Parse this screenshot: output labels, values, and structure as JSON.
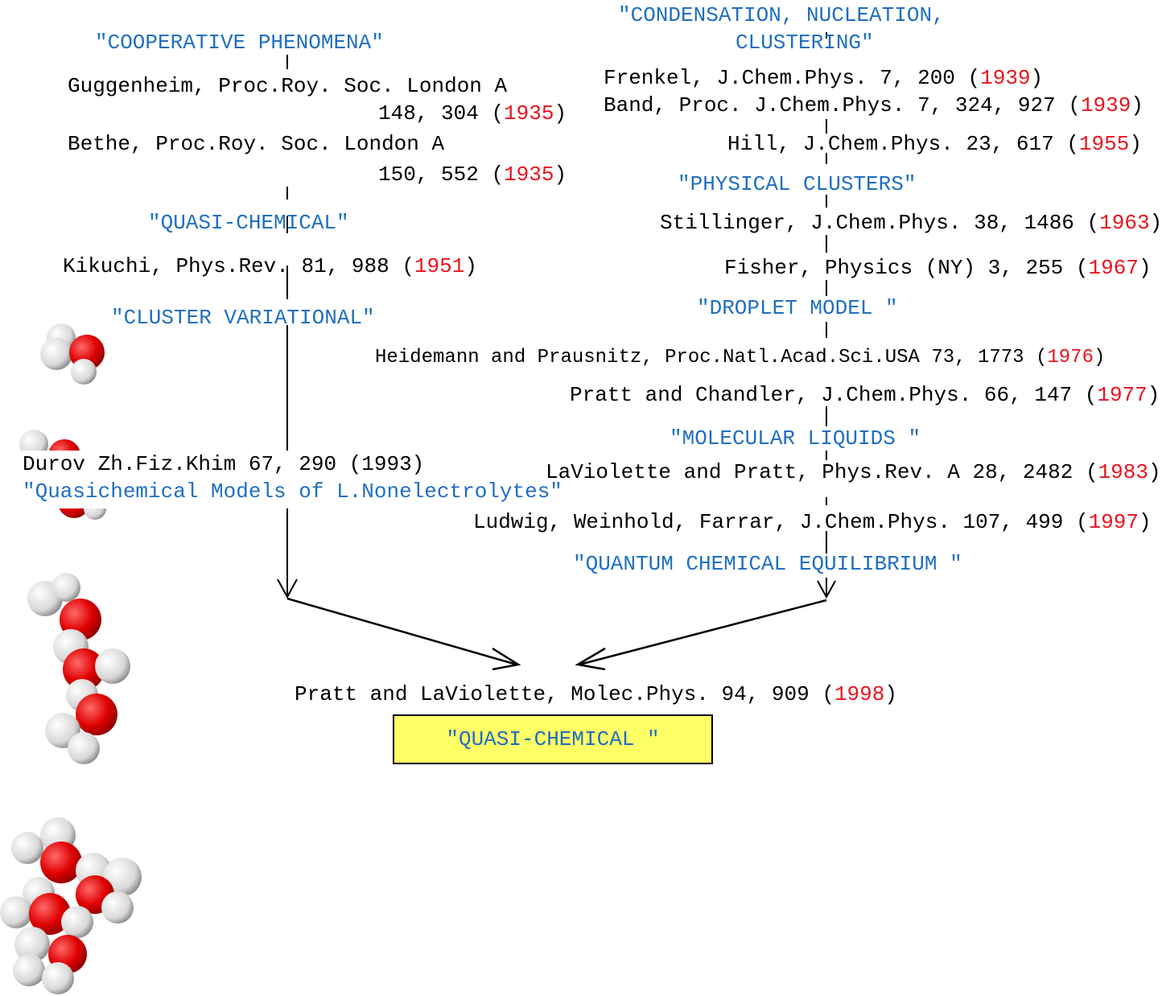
{
  "left": {
    "cooperative_head": "\"COOPERATIVE PHENOMENA\"",
    "guggenheim": {
      "author": "Guggenheim,",
      "journal": "Proc.Roy. Soc. London A",
      "vol": "148, 304",
      "year_open": "(",
      "year": "1935",
      "year_close": ")"
    },
    "bethe": {
      "author": "Bethe,",
      "journal": "Proc.Roy. Soc. London A",
      "vol": "150, 552",
      "year_open": "(",
      "year": "1935",
      "year_close": ")"
    },
    "quasi_head": "\"QUASI-CHEMICAL\"",
    "kikuchi": {
      "author": "Kikuchi,",
      "journal": "Phys.Rev.",
      "vol": "81, 988",
      "year_open": "(",
      "year": "1951",
      "year_close": ")"
    },
    "cluster_head": "\"CLUSTER VARIATIONAL\"",
    "durov": {
      "line1": "Durov Zh.Fiz.Khim 67, 290 (1993)",
      "line2": "\"Quasichemical Models of L.Nonelectrolytes\""
    }
  },
  "right": {
    "condensation_head": "\"CONDENSATION, NUCLEATION,",
    "clustering_head": "CLUSTERING\"",
    "frenkel": {
      "author": "Frenkel,",
      "journal": "J.Chem.Phys.",
      "vol": "7, 200",
      "year_open": "(",
      "year": "1939",
      "year_close": ")"
    },
    "band": {
      "author": "Band,",
      "journal": "Proc. J.Chem.Phys.",
      "vol": "7, 324, 927",
      "year_open": "(",
      "year": "1939",
      "year_close": ")"
    },
    "hill": {
      "author": "Hill,",
      "journal": "J.Chem.Phys.",
      "vol": "23, 617",
      "year_open": "(",
      "year": "1955",
      "year_close": ")"
    },
    "physical_head": "\"PHYSICAL CLUSTERS\"",
    "stillinger": {
      "author": "Stillinger,",
      "journal": "J.Chem.Phys.",
      "vol": "38, 1486",
      "year_open": "(",
      "year": "1963",
      "year_close": ")"
    },
    "fisher": {
      "author": "Fisher,",
      "journal": "Physics (NY)",
      "vol": "3, 255",
      "year_open": "(",
      "year": "1967",
      "year_close": ")"
    },
    "droplet_head": "\"DROPLET MODEL \"",
    "heidemann": {
      "author": "Heidemann and Prausnitz,",
      "journal": "Proc.Natl.Acad.Sci.USA",
      "vol": "73, 1773",
      "year_open": "(",
      "year": "1976",
      "year_close": ")"
    },
    "pratt_chandler": {
      "author": "Pratt and Chandler,",
      "journal": "J.Chem.Phys.",
      "vol": "66, 147",
      "year_open": "(",
      "year": "1977",
      "year_close": ")"
    },
    "molecular_head": "\"MOLECULAR LIQUIDS \"",
    "laviolette_pratt": {
      "author": "LaViolette and Pratt,",
      "journal": "Phys.Rev. A",
      "vol": "28, 2482",
      "year_open": "(",
      "year": "1983",
      "year_close": ")"
    },
    "ludwig": {
      "author": "Ludwig, Weinhold, Farrar,",
      "journal": "J.Chem.Phys.",
      "vol": "107, 499",
      "year_open": "(",
      "year": "1997",
      "year_close": ")"
    },
    "quantum_head": "\"QUANTUM CHEMICAL EQUILIBRIUM \""
  },
  "final": {
    "ref": {
      "author": "Pratt and LaViolette,",
      "journal": "Molec.Phys.",
      "vol": "94, 909",
      "year_open": "(",
      "year": "1998",
      "year_close": ")"
    },
    "box_label": "\"QUASI-CHEMICAL \""
  },
  "colors": {
    "heading": "#1f6fbf",
    "year": "#e8141e",
    "box": "#ffff66"
  },
  "icons": [
    "water-monomer-icon",
    "water-dimer-icon",
    "water-trimer-icon",
    "water-cluster-icon"
  ]
}
